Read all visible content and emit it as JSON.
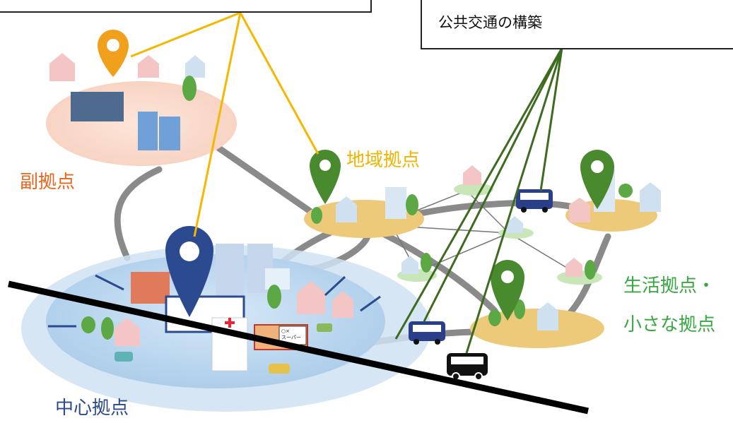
{
  "labels": {
    "sub_hub": "副拠点",
    "regional_hub": "地域拠点",
    "central_hub": "中心拠点",
    "living_hub_line1": "生活拠点・",
    "living_hub_line2": "小さな拠点"
  },
  "callout_right": {
    "text": "公共交通の構築"
  },
  "callout_left": {
    "text": ""
  },
  "store_sign": "○×\nスーパー",
  "colors": {
    "sub_hub_label": "#e8671e",
    "regional_hub_label": "#f0b400",
    "central_hub_label": "#2b4a8f",
    "living_hub_label": "#3aa842",
    "yellow_leader": "#f5b800",
    "green_leader": "#3d6b1f",
    "central_pin": "#2b4a8f",
    "regional_pin": "#4a8a2e",
    "sub_pin": "#f0a01a",
    "bus": "#2a3f8a"
  },
  "icons": [
    "location-pin-icon",
    "house-icon",
    "building-icon",
    "tree-icon",
    "bus-icon",
    "car-icon",
    "hospital-icon",
    "store-icon",
    "arrow-icon"
  ]
}
